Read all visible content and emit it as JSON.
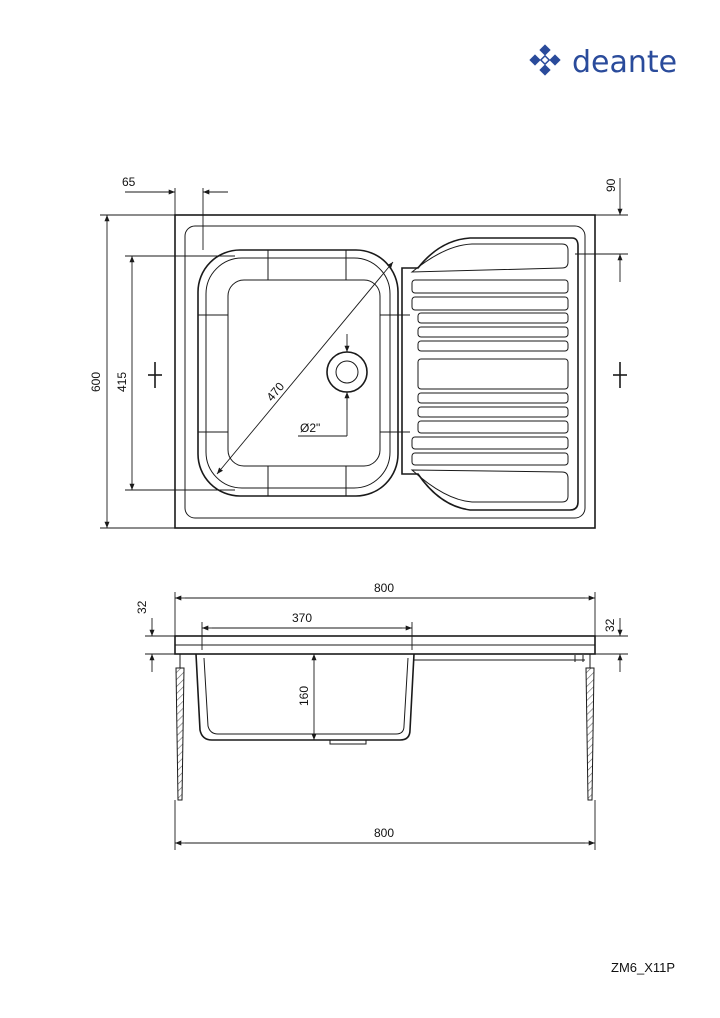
{
  "brand": {
    "name": "deante",
    "color": "#2a4b9b"
  },
  "model_code": "ZM6_X11P",
  "top_view": {
    "dims": {
      "left_offset": "65",
      "right_offset": "90",
      "total_height": "600",
      "bowl_height": "415",
      "bowl_diagonal": "470",
      "drain": "Ø2\""
    }
  },
  "section_view": {
    "dims": {
      "total_width_top": "800",
      "bowl_width": "370",
      "bowl_depth": "160",
      "deck_left": "32",
      "deck_right": "32",
      "total_width_bottom": "800"
    }
  }
}
